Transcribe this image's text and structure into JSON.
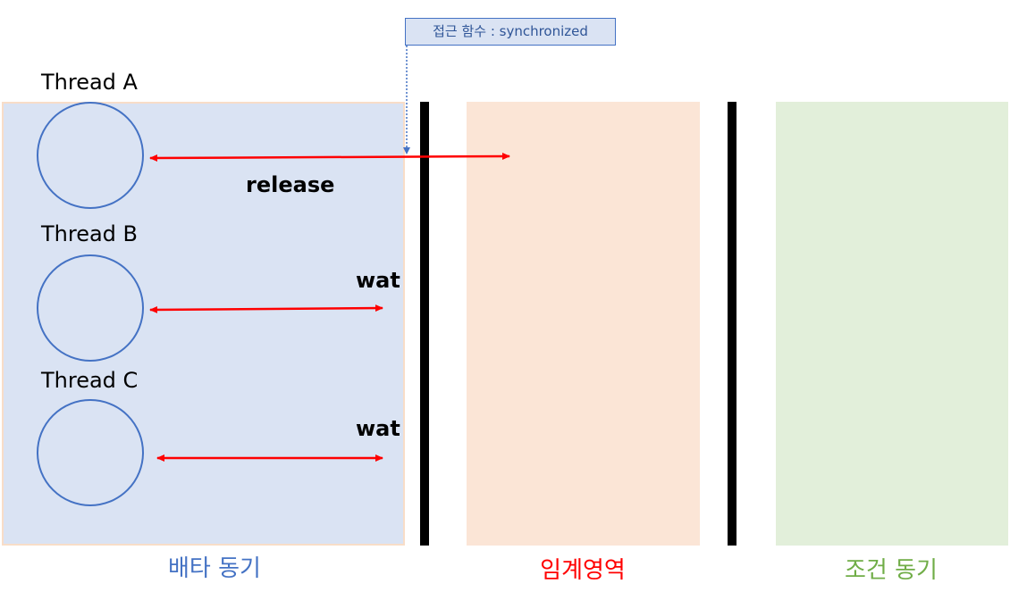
{
  "callout": {
    "text": "접근 함수 : synchronized"
  },
  "threads": [
    {
      "label": "Thread A",
      "action": "release"
    },
    {
      "label": "Thread B",
      "action": "wat"
    },
    {
      "label": "Thread C",
      "action": "wat"
    }
  ],
  "regions": {
    "exclusion": "배타 동기",
    "critical": "임계영역",
    "condition": "조건 동기"
  },
  "colors": {
    "exclusion_bg": "#dae3f3",
    "critical_bg": "#fbe5d6",
    "condition_bg": "#e2efda",
    "exclusion_text": "#4472c4",
    "critical_text": "#ff0000",
    "condition_text": "#70ad47",
    "arrow": "#ff0000",
    "circle": "#4472c4"
  }
}
